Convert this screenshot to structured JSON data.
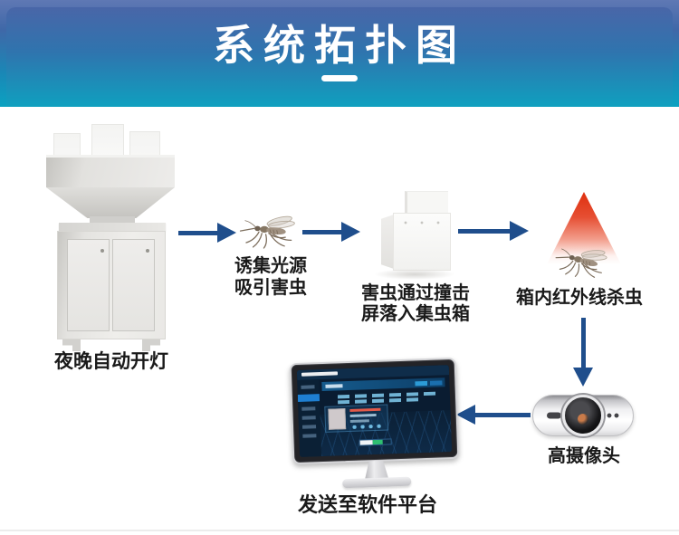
{
  "header": {
    "title": "系统拓扑图"
  },
  "nodes": {
    "machine": {
      "label": "夜晚自动开灯"
    },
    "lure": {
      "line1": "诱集光源",
      "line2": "吸引害虫"
    },
    "collector": {
      "line1": "害虫通过撞击",
      "line2": "屏落入集虫箱"
    },
    "infrared": {
      "label": "箱内红外线杀虫"
    },
    "camera": {
      "label": "高摄像头"
    },
    "platform": {
      "label": "发送至软件平台"
    }
  },
  "icons": {
    "mosquito": "mosquito-icon",
    "infrared_beam": "infrared-beam-icon",
    "machine": "light-trap-machine-illustration",
    "collector_box": "collector-box-illustration",
    "camera": "hd-camera-illustration",
    "monitor": "monitor-illustration",
    "arrows": "flow-arrow"
  },
  "colors": {
    "arrow": "#1f4e8c",
    "header_gradient_top": "#5570b0",
    "header_gradient_bottom": "#0ca2c1",
    "infrared_red": "#df2f0e",
    "label_text": "#1a1a1a",
    "screen_bg": "#0a1c31",
    "screen_accent": "#1e7fd2",
    "progress_green": "#2fbf71"
  }
}
